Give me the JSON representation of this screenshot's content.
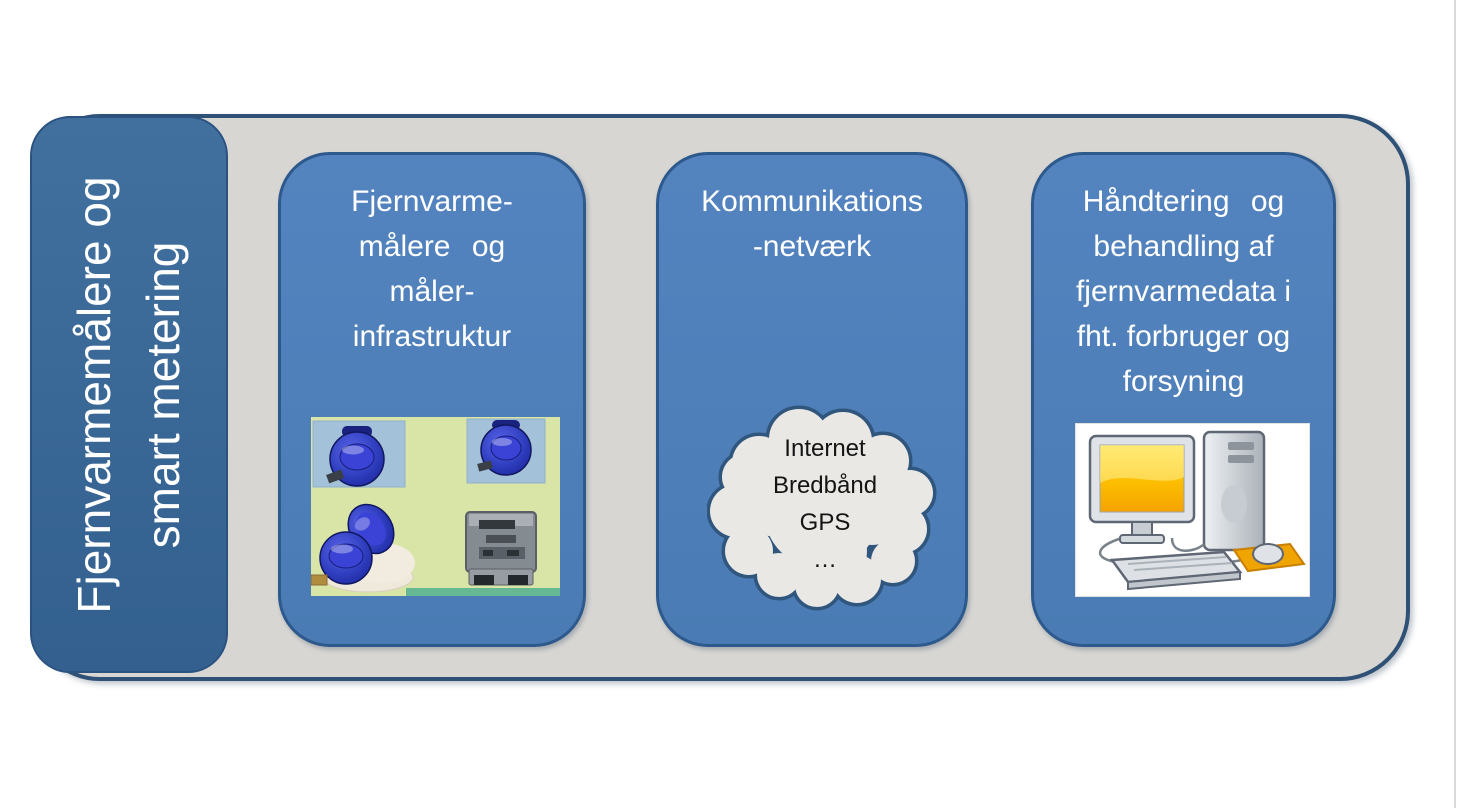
{
  "colors": {
    "page-bg": "#ffffff",
    "container-fill": "#d7d6d3",
    "container-border": "#2f5176",
    "sidebar-top": "#41709f",
    "sidebar-bottom": "#33608e",
    "sidebar-border": "#2b5280",
    "box-top": "#5484bf",
    "box-bottom": "#4a7bb4",
    "box-border": "#2e598c",
    "box-text": "#ffffff",
    "cloud-fill": "#e9e8e4",
    "cloud-stroke": "#30567e",
    "cloud-text": "#141414",
    "collage-bg": "#d9e5a7",
    "photo-bg": "#a3c1d9",
    "meter-blue": "#3040c0",
    "mousepad-orange": "#f0a400"
  },
  "sidebar": {
    "label_lines": [
      "Fjernvarmemålere og",
      "smart metering"
    ]
  },
  "boxes": [
    {
      "title_lines": [
        "Fjernvarme-",
        "målere og",
        "måler-",
        "infrastruktur"
      ],
      "illustration": "water-meter-photo-collage"
    },
    {
      "title_lines": [
        "Kommunikations",
        "-netværk"
      ],
      "cloud_lines": [
        "Internet",
        "Bredbånd",
        "GPS",
        "…"
      ]
    },
    {
      "title_lines": [
        "Håndtering og",
        "behandling af",
        "fjernvarmedata i",
        "fht. forbruger og",
        "forsyning"
      ],
      "illustration": "desktop-computer"
    }
  ]
}
